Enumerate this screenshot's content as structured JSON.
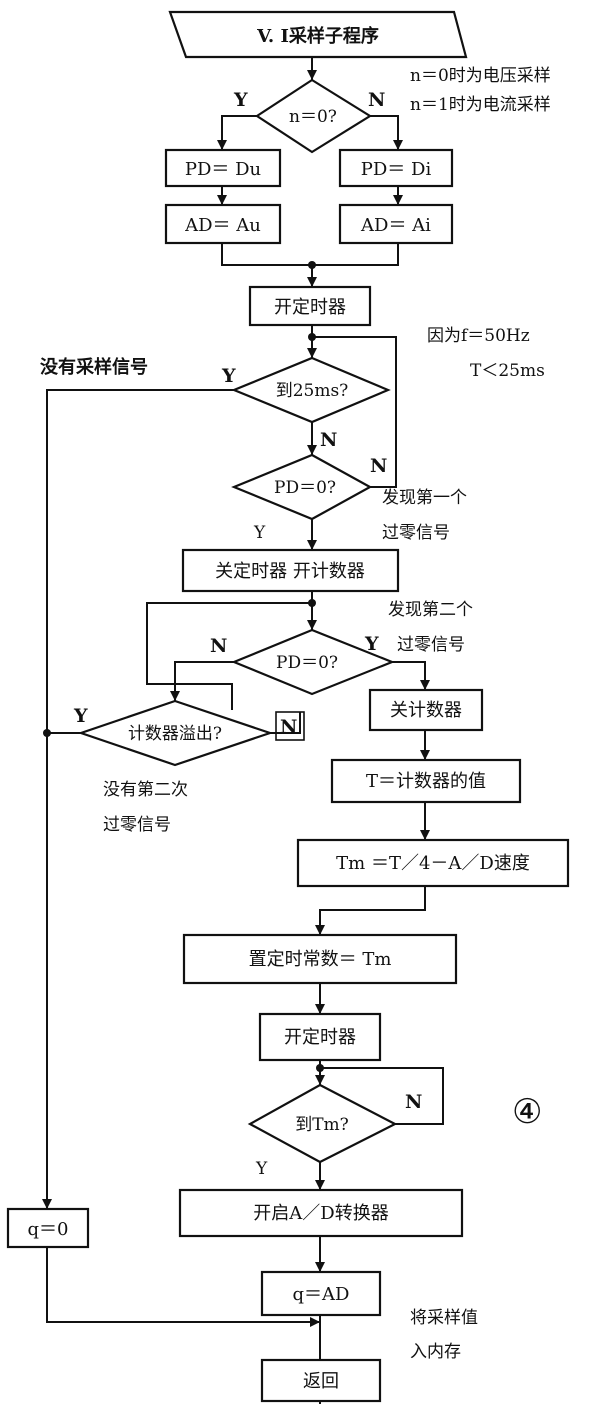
{
  "diagram": {
    "start": "V. I采样子程序",
    "note_n0": "n＝0时为电压采样",
    "note_n1": "n＝1时为电流采样",
    "cond_n": "n＝0?",
    "pd_u": "PD＝ Du",
    "pd_i": "PD＝ Di",
    "ad_u": "AD＝ Au",
    "ad_i": "AD＝ Ai",
    "open_timer_1": "开定时器",
    "note_f": "因为f＝50Hz",
    "note_t": "T＜25ms",
    "no_sample_signal": "没有采样信号",
    "cond_25ms": "到25ms?",
    "cond_pd0_a": "PD＝0?",
    "first_zero_1": "发现第一个",
    "first_zero_2": "过零信号",
    "close_timer_open_counter": "关定时器  开计数器",
    "second_zero_1": "发现第二个",
    "second_zero_2": "过零信号",
    "cond_pd0_b": "PD＝0?",
    "cond_overflow": "计数器溢出?",
    "no_second_1": "没有第二次",
    "no_second_2": "过零信号",
    "close_counter": "关计数器",
    "t_value": "T＝计数器的值",
    "tm_calc": "Tm ＝T／4－A／D速度",
    "set_const": "置定时常数＝  Tm",
    "open_timer_2": "开定时器",
    "cond_tm": "到Tm?",
    "figure_number": "④",
    "start_ad": "开启A／D转换器",
    "q0": "q＝0",
    "q_ad": "q＝AD",
    "store_1": "将采样值",
    "store_2": "入内存",
    "return": "返回",
    "y": "Y",
    "n": "N"
  }
}
